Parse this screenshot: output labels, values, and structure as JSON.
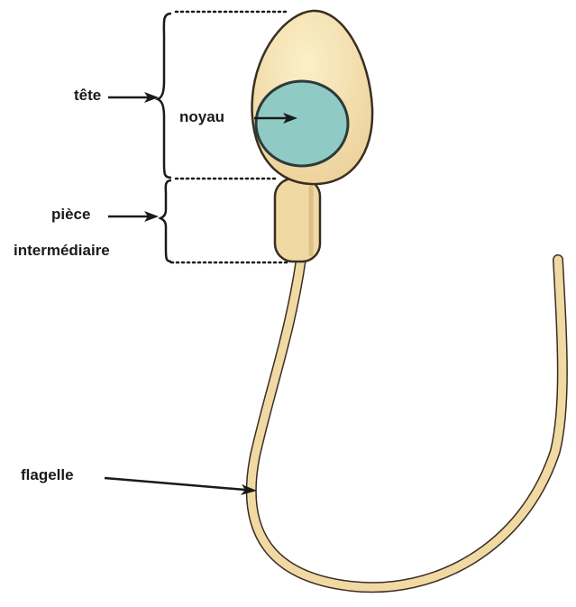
{
  "labels": {
    "head": "tête",
    "nucleus": "noyau",
    "midpiece_line1": "pièce",
    "midpiece_line2": "intermédiaire",
    "flagellum": "flagelle"
  },
  "colors": {
    "body_fill": "#f1d9a4",
    "head_highlight": "#f8ebbe",
    "outline": "#3a2e22",
    "nucleus_fill": "#8fcbc4",
    "nucleus_outline": "#2c3a3a",
    "ink": "#1a1a1a"
  },
  "icons": {
    "arrow": "arrow-right-icon",
    "brace": "curly-brace-icon"
  }
}
